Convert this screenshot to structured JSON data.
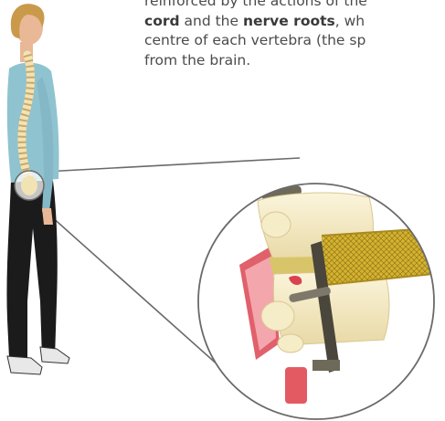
{
  "paragraph": {
    "line1": {
      "pre": "reinforced by the actions of the",
      "bold": "",
      "post": ""
    },
    "line2": {
      "bold1": "cord",
      "mid": " and the ",
      "bold2": "nerve roots",
      "post": ", wh"
    },
    "line3": {
      "text": "centre of each vertebra (the sp"
    },
    "line4": {
      "text": "from the brain."
    }
  },
  "colors": {
    "shirt": "#8fc3d0",
    "trousers": "#1b1b1b",
    "hair": "#c89a4a",
    "skin": "#e9b897",
    "spine": "#f2e3b5",
    "vertebra": "#f5ecc8",
    "disc": "#d8c56a",
    "spinal_cord": "#caa92a",
    "ligament": "#e0606b",
    "nerve": "#6e6a5a",
    "outline": "#5a5a5a"
  },
  "icons": [
    "standing-woman-figure",
    "magnifier-circle",
    "lumbar-vertebrae-model"
  ]
}
